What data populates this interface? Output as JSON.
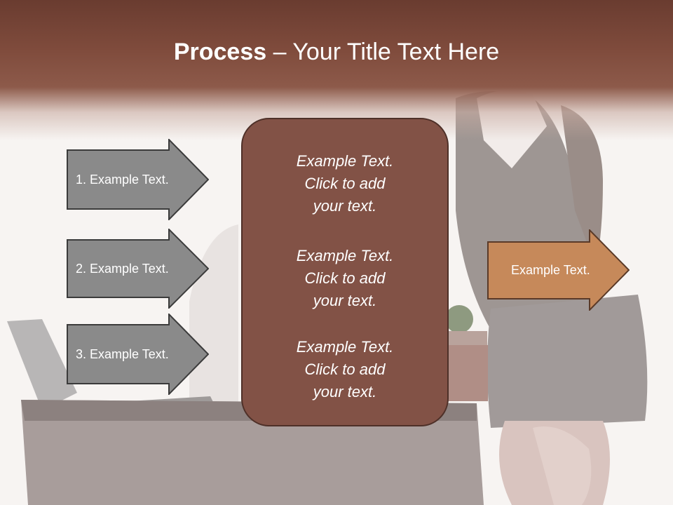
{
  "title": {
    "bold": "Process",
    "rest": " – Your Title Text Here"
  },
  "left_arrows": [
    {
      "label": "1. Example Text."
    },
    {
      "label": "2. Example Text."
    },
    {
      "label": "3. Example Text."
    }
  ],
  "center_box": {
    "paragraphs": [
      {
        "lines": [
          "Example Text.",
          "Click  to add",
          "your text."
        ]
      },
      {
        "lines": [
          "Example Text.",
          "Click  to add",
          "your text."
        ]
      },
      {
        "lines": [
          "Example Text.",
          "Click  to add",
          "your text."
        ]
      }
    ]
  },
  "right_arrow": {
    "label": "Example Text."
  },
  "colors": {
    "header": "#7a4638",
    "box": "#825246",
    "left_arrow": "#8a8a8a",
    "right_arrow": "#c6895a"
  }
}
